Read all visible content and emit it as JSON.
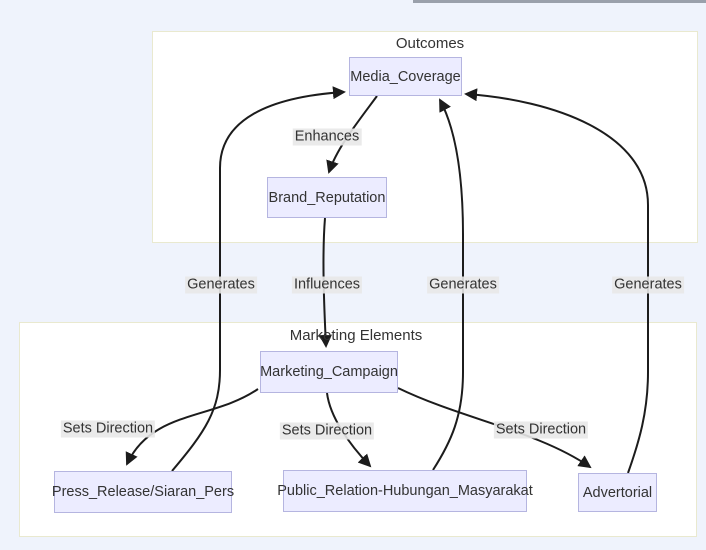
{
  "diagram": {
    "type": "flowchart",
    "clusters": [
      {
        "id": "outcomes",
        "title": "Outcomes",
        "nodes": [
          "Media_Coverage",
          "Brand_Reputation"
        ]
      },
      {
        "id": "marketing_elements",
        "title": "Marketing Elements",
        "nodes": [
          "Marketing_Campaign",
          "Press_Release/Siaran_Pers",
          "Public_Relation-Hubungan_Masyarakat",
          "Advertorial"
        ]
      }
    ],
    "nodes": [
      {
        "id": "media_coverage",
        "label": "Media_Coverage"
      },
      {
        "id": "brand_reputation",
        "label": "Brand_Reputation"
      },
      {
        "id": "marketing_campaign",
        "label": "Marketing_Campaign"
      },
      {
        "id": "press_release",
        "label": "Press_Release/Siaran_Pers"
      },
      {
        "id": "public_relation",
        "label": "Public_Relation-Hubungan_Masyarakat"
      },
      {
        "id": "advertorial",
        "label": "Advertorial"
      }
    ],
    "edges": [
      {
        "from": "Press_Release/Siaran_Pers",
        "to": "Media_Coverage",
        "label": "Generates"
      },
      {
        "from": "Media_Coverage",
        "to": "Brand_Reputation",
        "label": "Enhances"
      },
      {
        "from": "Brand_Reputation",
        "to": "Marketing_Campaign",
        "label": "Influences"
      },
      {
        "from": "Public_Relation-Hubungan_Masyarakat",
        "to": "Media_Coverage",
        "label": "Generates"
      },
      {
        "from": "Advertorial",
        "to": "Media_Coverage",
        "label": "Generates"
      },
      {
        "from": "Marketing_Campaign",
        "to": "Press_Release/Siaran_Pers",
        "label": "Sets Direction"
      },
      {
        "from": "Marketing_Campaign",
        "to": "Public_Relation-Hubungan_Masyarakat",
        "label": "Sets Direction"
      },
      {
        "from": "Marketing_Campaign",
        "to": "Advertorial",
        "label": "Sets Direction"
      }
    ],
    "colors": {
      "page_background": "#eff3fc",
      "cluster_fill": "#ffffff",
      "cluster_border": "#e9e9cf",
      "node_fill": "#ECECFF",
      "node_border": "#b5b5e0",
      "edge_stroke": "#1c1c1c",
      "edge_label_background": "#e8e8e8",
      "text": "#333333",
      "top_bar": "#9aa0ab"
    }
  }
}
